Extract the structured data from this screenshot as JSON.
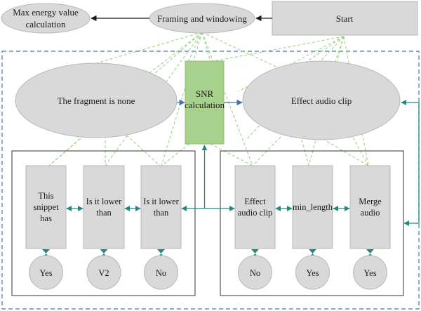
{
  "colors": {
    "node_fill": "#d9d9d9",
    "node_stroke": "#b8b8b8",
    "snr_fill": "#a9d18e",
    "dashed_green": "#8fd27a",
    "dashed_blue": "#4a6fb5",
    "connector_teal": "#1f8a80",
    "arrow_blue": "#4a6fb5",
    "arrow_black": "#1a1a1a"
  },
  "nodes": {
    "start": "Start",
    "framing": "Framing and windowing",
    "max_energy": [
      "Max energy value",
      "calculation"
    ],
    "fragment_none": "The fragment is none",
    "snr": [
      "SNR",
      "calculation"
    ],
    "effect_top": "Effect audio clip",
    "this_snippet": [
      "This",
      "snippet",
      "has"
    ],
    "lower_1": [
      "Is it lower",
      "than"
    ],
    "lower_2": [
      "Is it lower",
      "than"
    ],
    "effect_clip": [
      "Effect",
      "audio clip"
    ],
    "min_length": "min_length",
    "merge_audio": [
      "Merge",
      "audio"
    ]
  },
  "outcomes": [
    "Yes",
    "V2",
    "No",
    "No",
    "Yes",
    "Yes"
  ]
}
